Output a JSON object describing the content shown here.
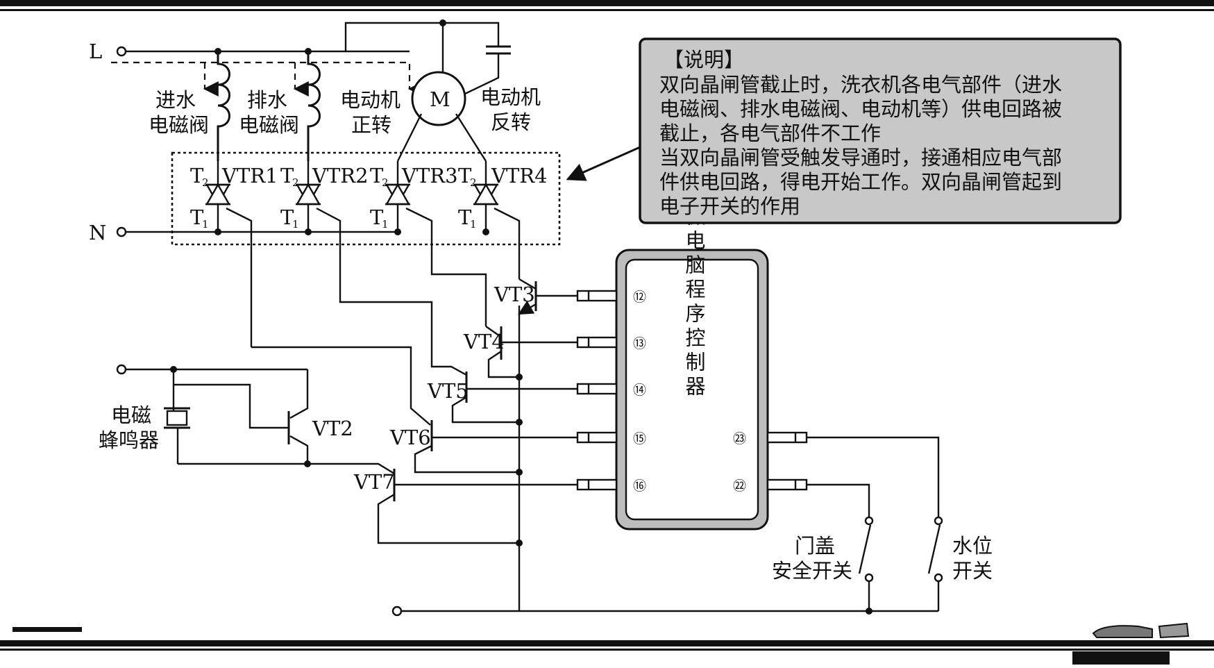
{
  "terminals": {
    "line": "L",
    "neutral": "N"
  },
  "loads": {
    "inlet_valve": [
      "进水",
      "电磁阀"
    ],
    "drain_valve": [
      "排水",
      "电磁阀"
    ],
    "motor_forward": [
      "电动机",
      "正转"
    ],
    "motor_reverse": [
      "电动机",
      "反转"
    ],
    "motor_symbol": "M"
  },
  "triacs": [
    {
      "name": "VTR1",
      "t2": "T",
      "t2_sub": "2",
      "t1": "T",
      "t1_sub": "1"
    },
    {
      "name": "VTR2",
      "t2": "T",
      "t2_sub": "2",
      "t1": "T",
      "t1_sub": "1"
    },
    {
      "name": "VTR3",
      "t2": "T",
      "t2_sub": "2",
      "t1": "T",
      "t1_sub": "1"
    },
    {
      "name": "VTR4",
      "t2": "T",
      "t2_sub": "2",
      "t1": "T",
      "t1_sub": "1"
    }
  ],
  "transistors": [
    "VT3",
    "VT4",
    "VT5",
    "VT6",
    "VT7",
    "VT2"
  ],
  "buzzer": [
    "电磁",
    "蜂鸣器"
  ],
  "controller": {
    "title": "微电脑程序控制器",
    "pins_left": [
      "⑫",
      "⑬",
      "⑭",
      "⑮",
      "⑯"
    ],
    "pins_right": [
      "㉓",
      "㉒"
    ]
  },
  "switches": {
    "door": [
      "门盖",
      "安全开关"
    ],
    "water": [
      "水位",
      "开关"
    ]
  },
  "note": {
    "title": "【说明】",
    "lines": [
      "双向晶闸管截止时，洗衣机各电气部件（进水",
      "电磁阀、排水电磁阀、电动机等）供电回路被",
      "截止，各电气部件不工作",
      "当双向晶闸管受触发导通时，接通相应电气部",
      "件供电回路，得电开始工作。双向晶闸管起到",
      "电子开关的作用"
    ]
  }
}
